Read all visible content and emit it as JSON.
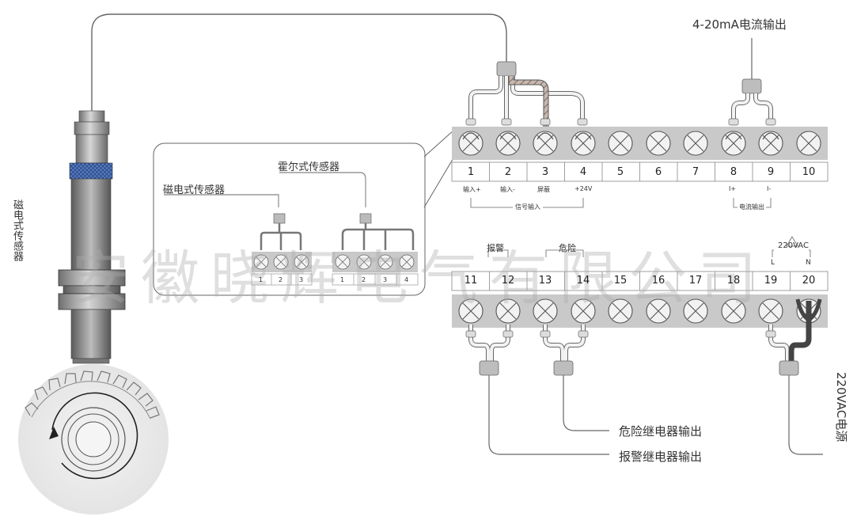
{
  "labels": {
    "sensor_vertical": "磁电式传感器",
    "current_output_top": "4-20mA电流输出",
    "hall_sensor": "霍尔式传感器",
    "magnetic_sensor": "磁电式传感器",
    "alarm": "报警",
    "danger": "危险",
    "vac_220": "220VAC",
    "l_mark": "L",
    "n_mark": "N",
    "danger_relay": "危险继电器输出",
    "alarm_relay": "报警继电器输出",
    "power_vertical": "220VAC电源",
    "signal_input": "信号输入",
    "current_output_small": "电流输出"
  },
  "top_terminals": [
    "1",
    "2",
    "3",
    "4",
    "5",
    "6",
    "7",
    "8",
    "9",
    "10"
  ],
  "top_sublabels": {
    "t1": "输入+",
    "t2": "输入-",
    "t3": "屏蔽",
    "t4": "+24V",
    "t8": "I+",
    "t9": "I-"
  },
  "bottom_terminals": [
    "11",
    "12",
    "13",
    "14",
    "15",
    "16",
    "17",
    "18",
    "19",
    "20"
  ],
  "inset_left_terminals": [
    "1",
    "2",
    "3"
  ],
  "inset_right_terminals": [
    "1",
    "2",
    "3",
    "4"
  ],
  "watermark": "安徽晓辉电气有限公司",
  "colors": {
    "terminal_block": "#c9c9c9",
    "screw": "#f2f2f2",
    "shield": "#8a7f7a",
    "power_cable": "#555555",
    "line": "#555555"
  }
}
